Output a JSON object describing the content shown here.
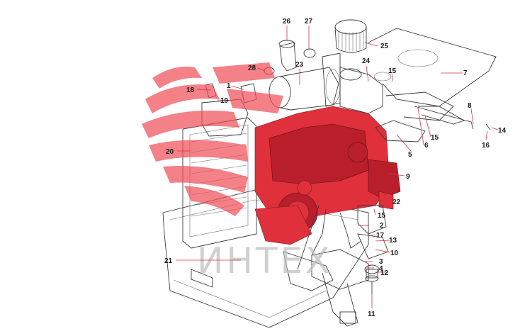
{
  "watermark": {
    "text": "ИНТЕХ",
    "logo_icon": "radiating-lines-logo",
    "logo_color": "#f04a55"
  },
  "parts": {
    "engine_color": "#e0303c",
    "callout_color": "#d9304a"
  },
  "callouts": {
    "c1": "1",
    "c2": "2",
    "c3": "3",
    "c4": "4",
    "c5": "5",
    "c6": "6",
    "c7": "7",
    "c8": "8",
    "c9": "9",
    "c10": "10",
    "c11": "11",
    "c12": "12",
    "c13": "13",
    "c14": "14",
    "c15a": "15",
    "c15b": "15",
    "c15c": "15",
    "c16": "16",
    "c17": "17",
    "c18": "18",
    "c19": "19",
    "c20": "20",
    "c21": "21",
    "c22": "22",
    "c23": "23",
    "c24": "24",
    "c25": "25",
    "c26": "26",
    "c27": "27",
    "c28": "28"
  }
}
